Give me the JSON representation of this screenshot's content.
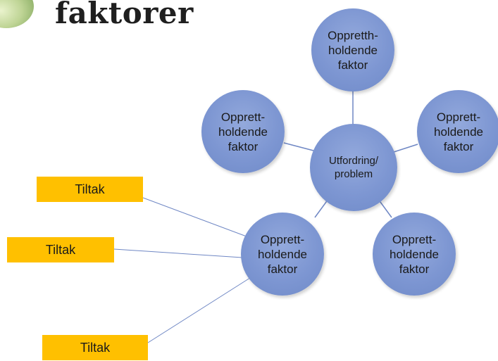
{
  "slide": {
    "title_fragment": "faktorer"
  },
  "diagram": {
    "center": {
      "label": "Utfordring/\nproblem"
    },
    "factors": [
      {
        "id": "top",
        "label": "Oppretth-\nholdende\nfaktor"
      },
      {
        "id": "left",
        "label": "Opprett-\nholdende\nfaktor"
      },
      {
        "id": "right",
        "label": "Opprett-\nholdende\nfaktor"
      },
      {
        "id": "bottom-left",
        "label": "Opprett-\nholdende\nfaktor"
      },
      {
        "id": "bottom-right",
        "label": "Opprett-\nholdende\nfaktor"
      }
    ],
    "actions": [
      {
        "label": "Tiltak"
      },
      {
        "label": "Tiltak"
      },
      {
        "label": "Tiltak"
      }
    ]
  },
  "colors": {
    "circle_fill": "#7d96d2",
    "connector": "#6f87c4",
    "action_fill": "#ffc000"
  }
}
